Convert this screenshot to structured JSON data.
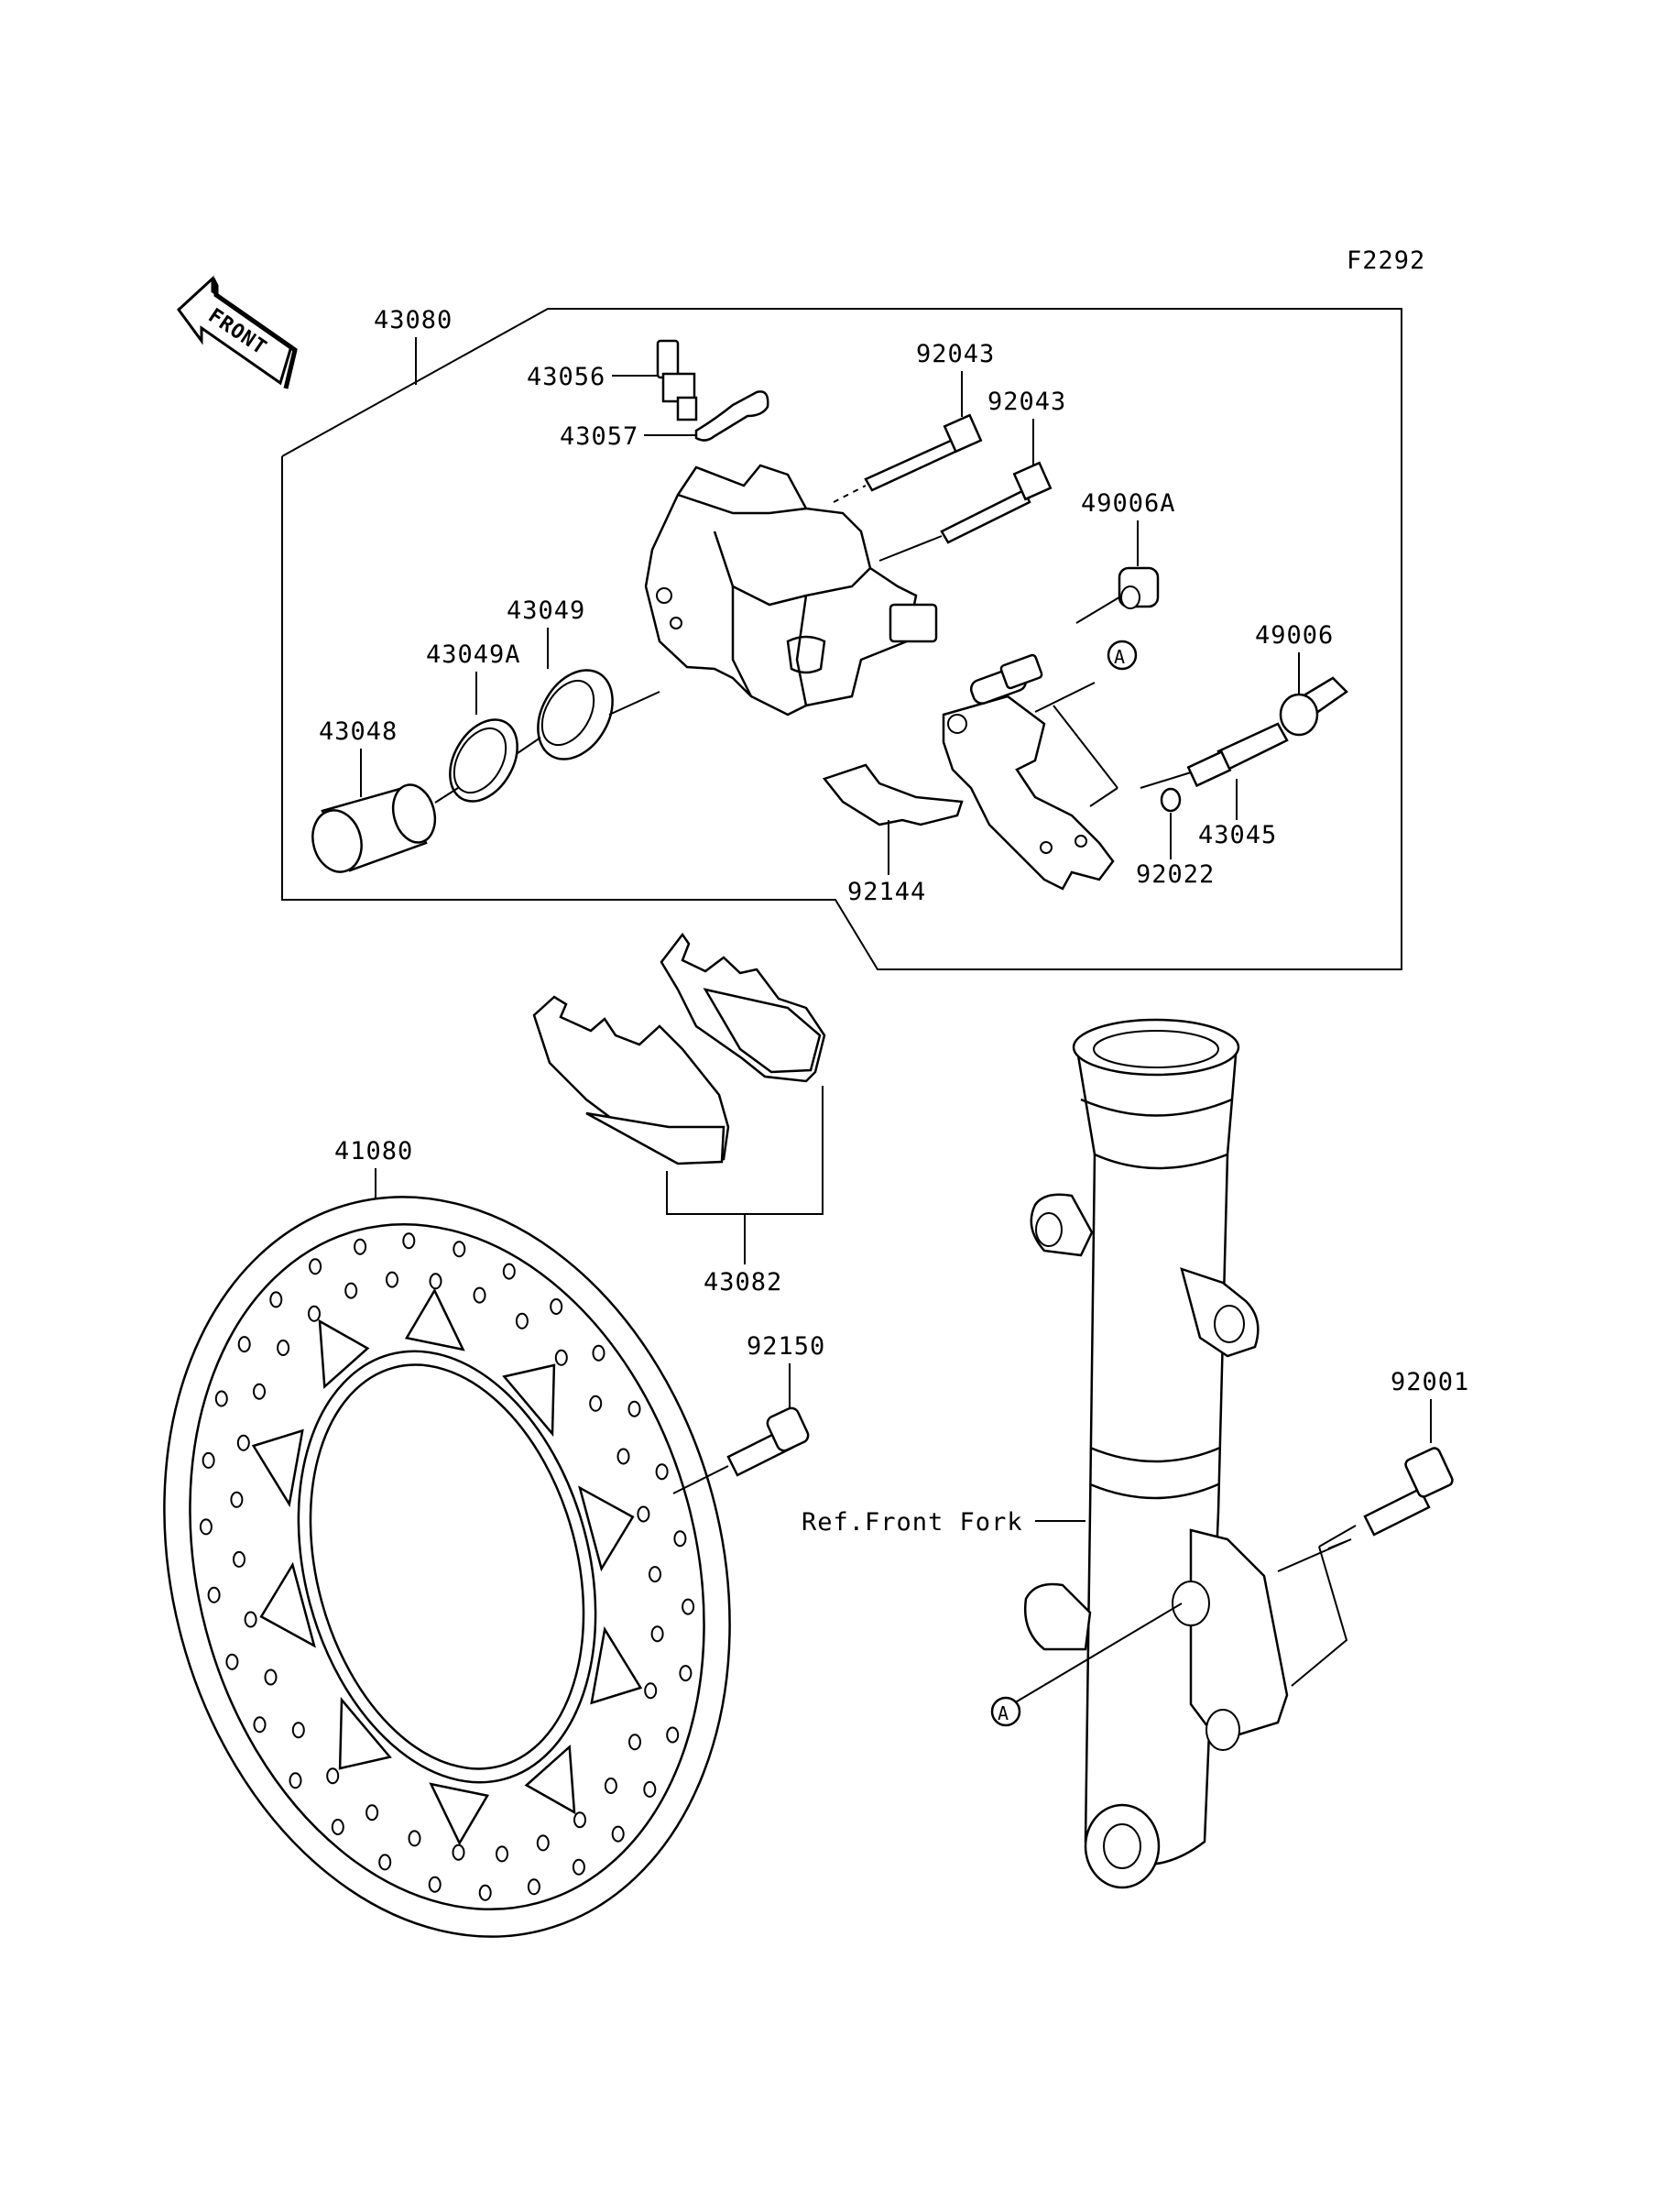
{
  "figure_code": "F2292",
  "front_label": "FRONT",
  "ref_label": "Ref.Front Fork",
  "circle_marker": "A",
  "parts": {
    "p43080": "43080",
    "p43056": "43056",
    "p43057": "43057",
    "p92043a": "92043",
    "p92043b": "92043",
    "p49006A": "49006A",
    "p49006": "49006",
    "p43049": "43049",
    "p43049A": "43049A",
    "p43048": "43048",
    "p43045": "43045",
    "p92022": "92022",
    "p92144": "92144",
    "p41080": "41080",
    "p43082": "43082",
    "p92150": "92150",
    "p92001": "92001"
  }
}
